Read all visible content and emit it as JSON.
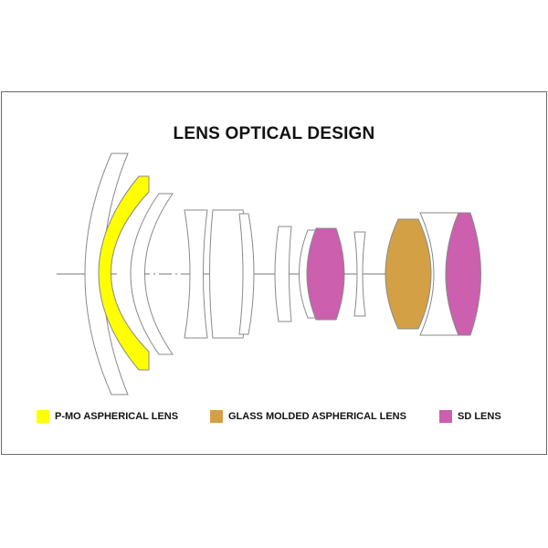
{
  "title": "LENS OPTICAL DESIGN",
  "colors": {
    "frame": "#6a6a6a",
    "outline": "#8a8a8a",
    "axis": "#777777",
    "pmo": "#ffff00",
    "glass_molded": "#d4a045",
    "sd": "#cc5fae"
  },
  "legend": [
    {
      "label": "P-MO ASPHERICAL LENS",
      "color": "#ffff00"
    },
    {
      "label": "GLASS MOLDED ASPHERICAL LENS",
      "color": "#d4a045"
    },
    {
      "label": "SD LENS",
      "color": "#cc5fae"
    }
  ]
}
